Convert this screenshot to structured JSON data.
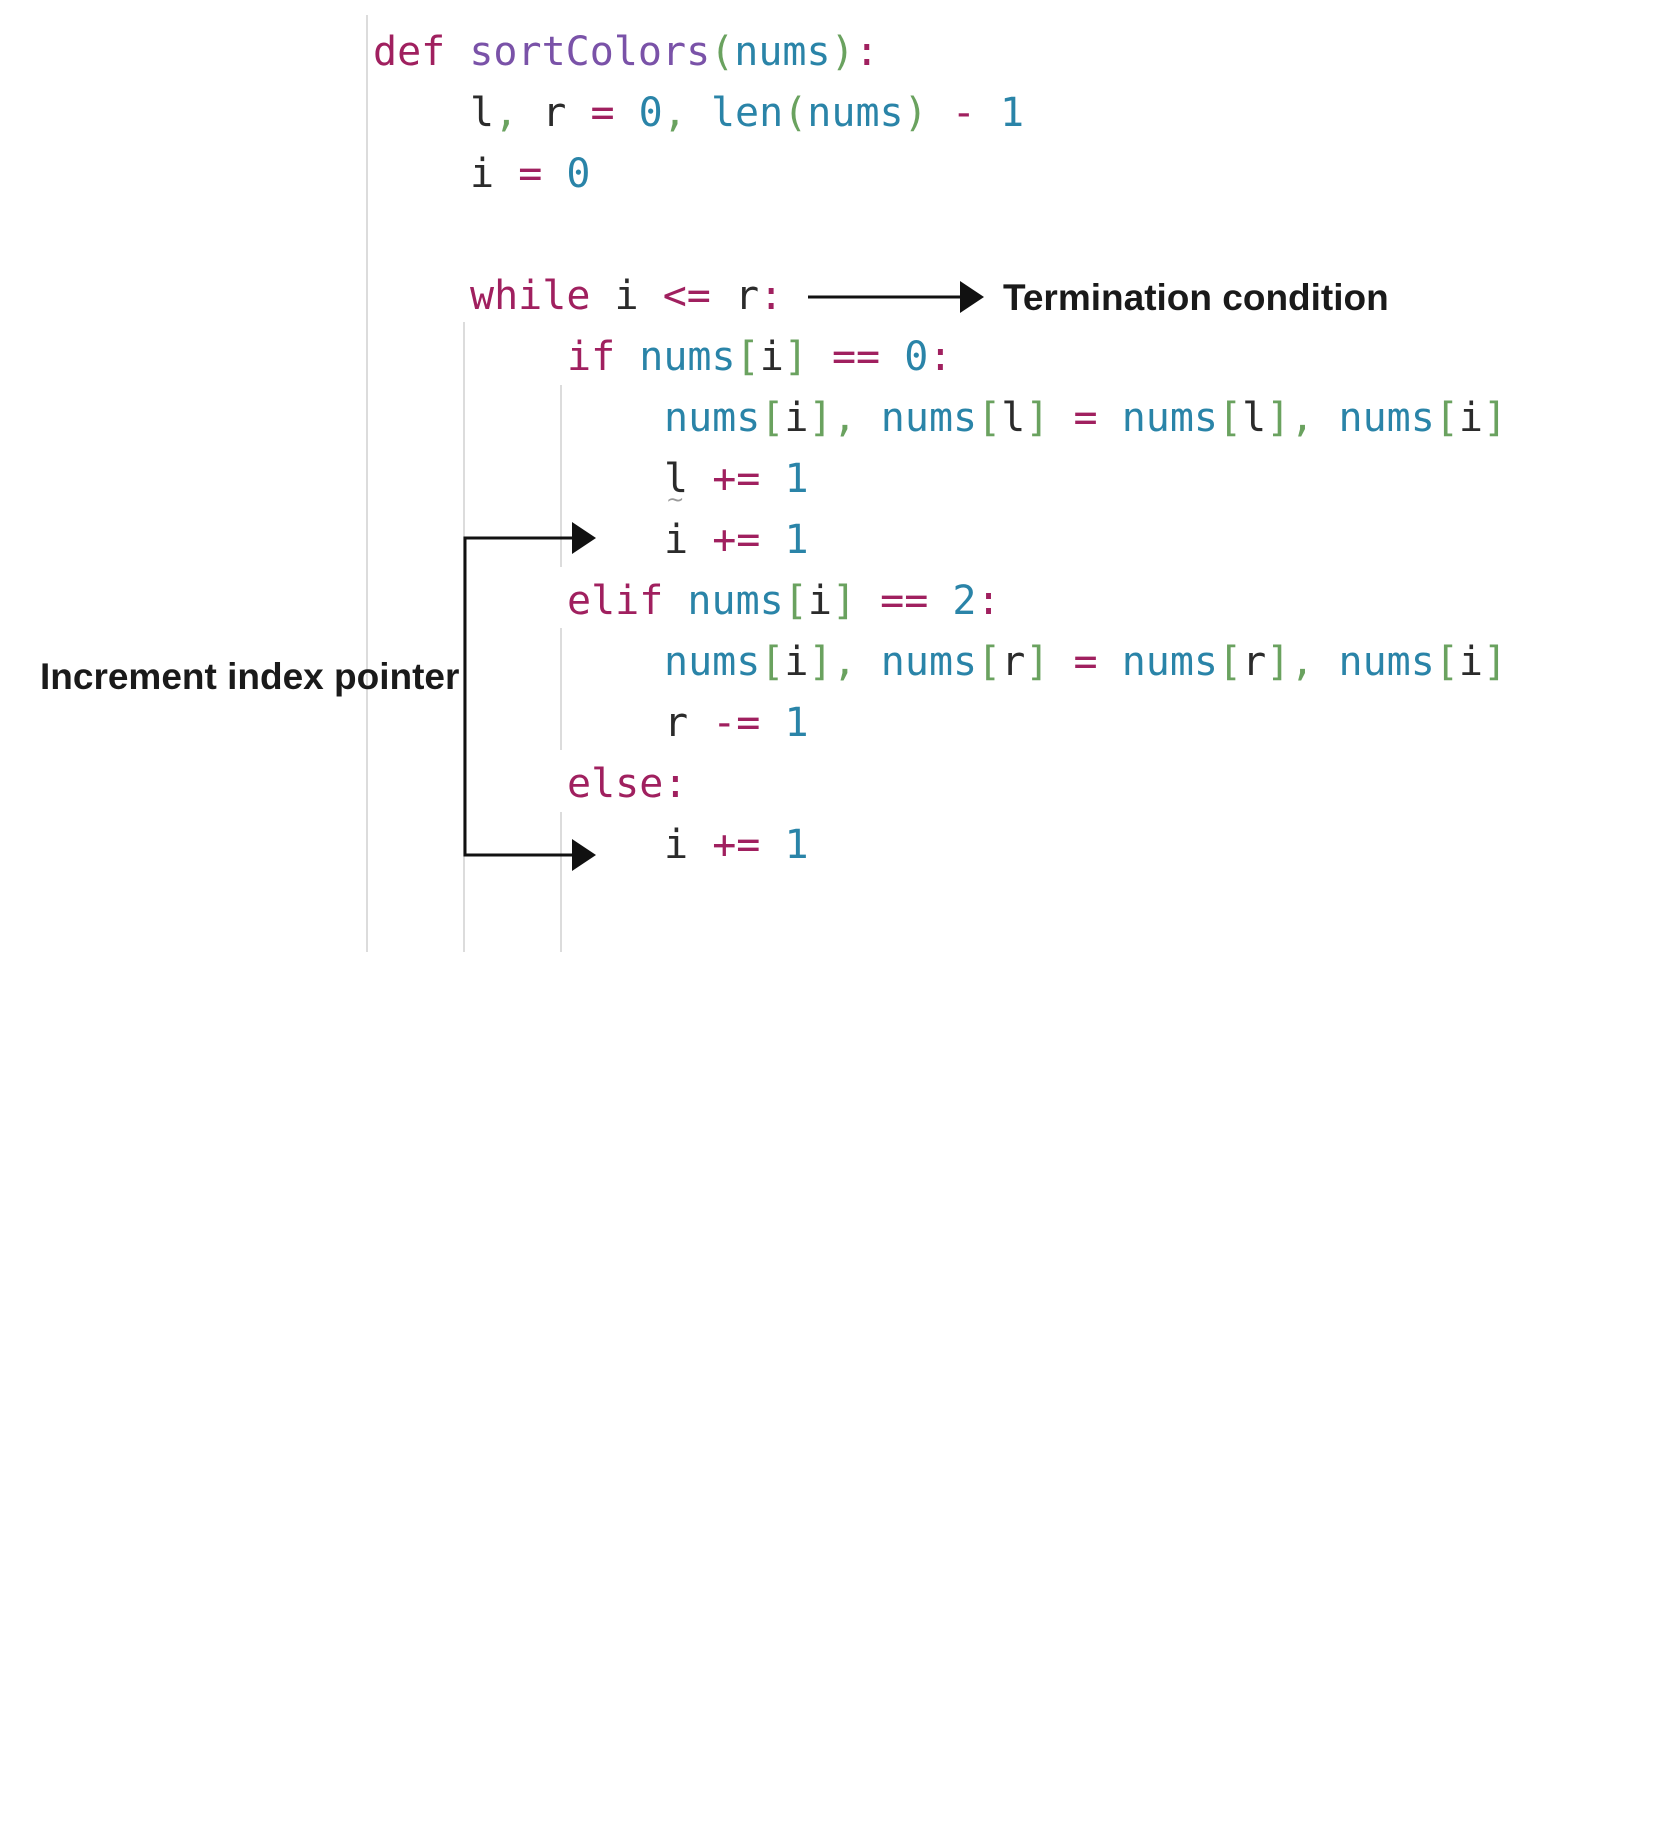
{
  "code": {
    "line1": {
      "def_kw": "def",
      "fn_name": "sortColors",
      "open_paren": "(",
      "param": "nums",
      "close_paren": ")",
      "colon": ":"
    },
    "line2": {
      "l": "l",
      "comma1": ",",
      "r": "r",
      "eq": "=",
      "zero": "0",
      "comma2": ",",
      "len": "len",
      "lparen": "(",
      "nums": "nums",
      "rparen": ")",
      "minus": "-",
      "one": "1"
    },
    "line3": {
      "i": "i",
      "eq": "=",
      "zero": "0"
    },
    "line4": {
      "while_kw": "while",
      "i": "i",
      "op": "<=",
      "r": "r",
      "colon": ":"
    },
    "line5": {
      "if_kw": "if",
      "nums": "nums",
      "lb": "[",
      "i": "i",
      "rb": "]",
      "op": "==",
      "zero": "0",
      "colon": ":"
    },
    "line6": {
      "nums1": "nums",
      "lb1": "[",
      "i1": "i",
      "rb1": "]",
      "comma1": ",",
      "nums2": "nums",
      "lb2": "[",
      "l2": "l",
      "rb2": "]",
      "eq": "=",
      "nums3": "nums",
      "lb3": "[",
      "l3": "l",
      "rb3": "]",
      "comma2": ",",
      "nums4": "nums",
      "lb4": "[",
      "i4": "i",
      "rb4": "]"
    },
    "line7": {
      "l": "l",
      "op": "+=",
      "one": "1"
    },
    "line8": {
      "i": "i",
      "op": "+=",
      "one": "1"
    },
    "line9": {
      "elif_kw": "elif",
      "nums": "nums",
      "lb": "[",
      "i": "i",
      "rb": "]",
      "op": "==",
      "two": "2",
      "colon": ":"
    },
    "line10": {
      "nums1": "nums",
      "lb1": "[",
      "i1": "i",
      "rb1": "]",
      "comma1": ",",
      "nums2": "nums",
      "lb2": "[",
      "r2": "r",
      "rb2": "]",
      "eq": "=",
      "nums3": "nums",
      "lb3": "[",
      "r3": "r",
      "rb3": "]",
      "comma2": ",",
      "nums4": "nums",
      "lb4": "[",
      "i4": "i",
      "rb4": "]"
    },
    "line11": {
      "r": "r",
      "op": "-=",
      "one": "1"
    },
    "line12": {
      "else_kw": "else",
      "colon": ":"
    },
    "line13": {
      "i": "i",
      "op": "+=",
      "one": "1"
    }
  },
  "annotations": {
    "termination": "Termination condition",
    "increment": "Increment index pointer"
  },
  "colors": {
    "keyword": "#a0205f",
    "function": "#7a52a8",
    "identifier": "#2a84a8",
    "variable": "#2b2b2b",
    "bracket": "#6aa25f",
    "arrow": "#111111"
  }
}
